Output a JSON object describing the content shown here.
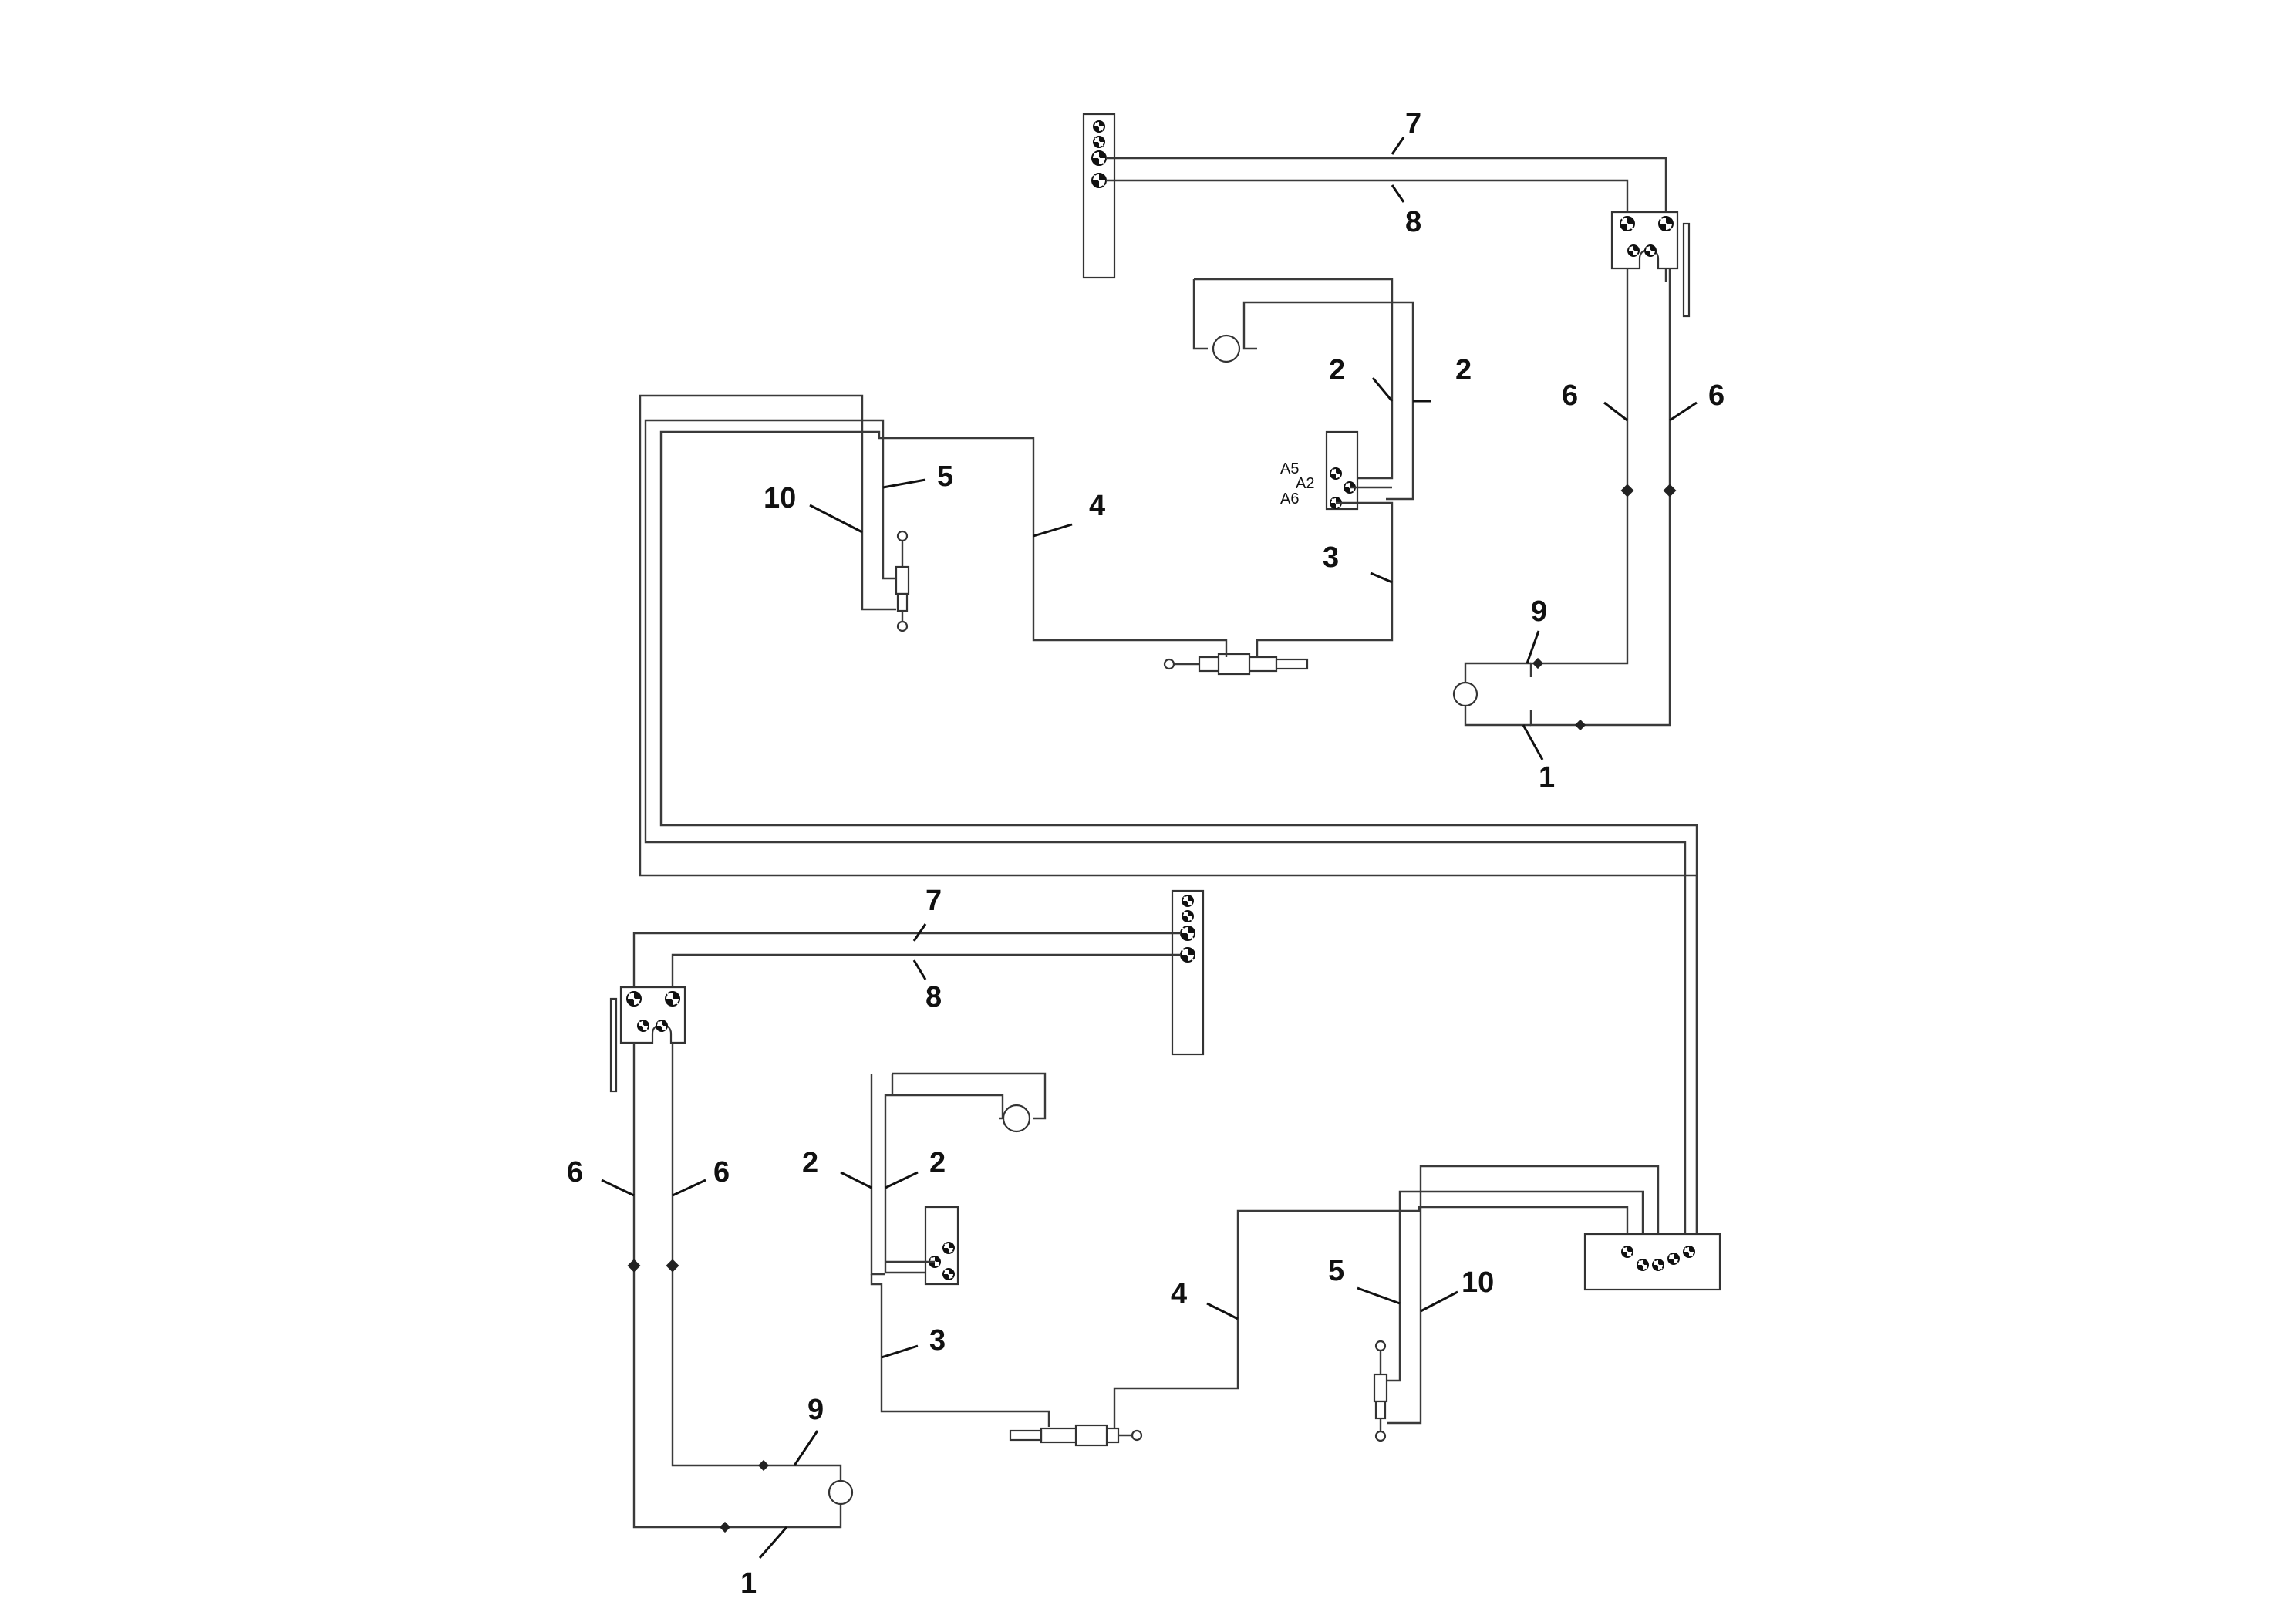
{
  "diagram": {
    "title": "",
    "upper_assembly": {
      "callouts": {
        "n1": "1",
        "n2a": "2",
        "n2b": "2",
        "n3": "3",
        "n4": "4",
        "n5": "5",
        "n6a": "6",
        "n6b": "6",
        "n7": "7",
        "n8": "8",
        "n9": "9",
        "n10": "10"
      },
      "valve_ports": {
        "a5": "A5",
        "a2": "A2",
        "a6": "A6"
      }
    },
    "lower_assembly": {
      "callouts": {
        "n1": "1",
        "n2a": "2",
        "n2b": "2",
        "n3": "3",
        "n4": "4",
        "n5": "5",
        "n6a": "6",
        "n6b": "6",
        "n7": "7",
        "n8": "8",
        "n9": "9",
        "n10": "10"
      }
    },
    "colors": {
      "line": "#3a3a3a",
      "text": "#111111",
      "background": "#ffffff"
    }
  }
}
